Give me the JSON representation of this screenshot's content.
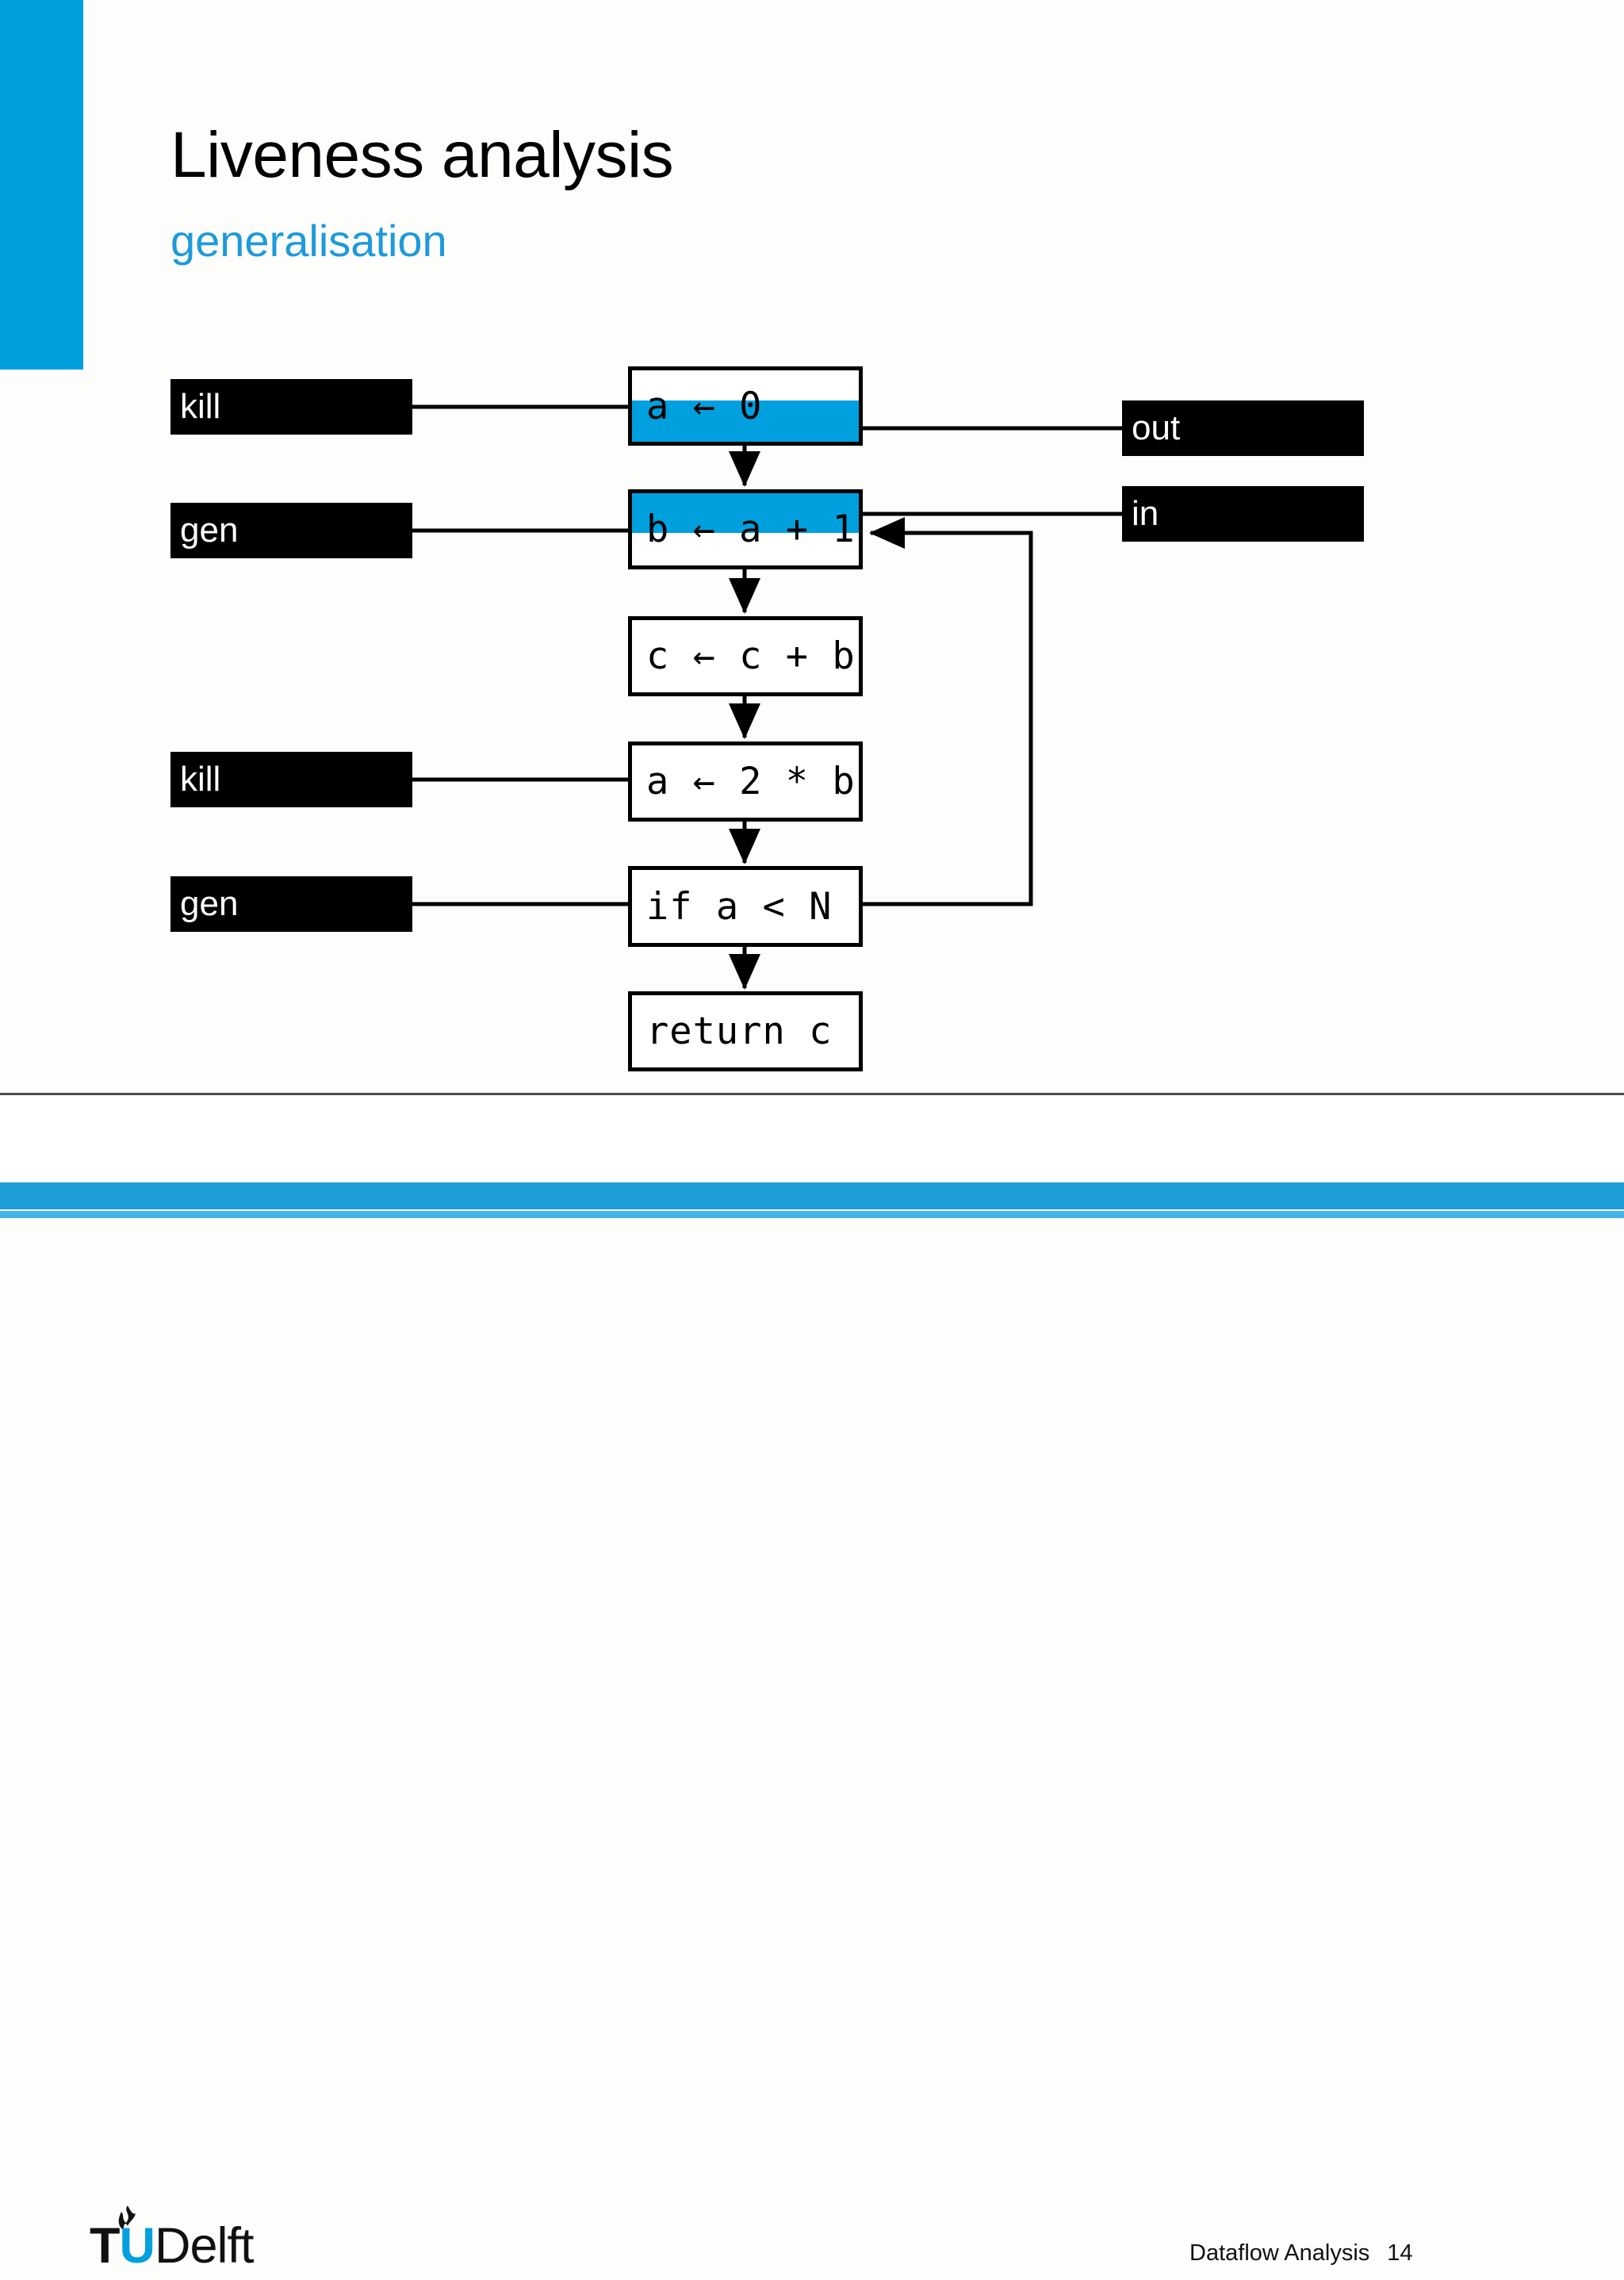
{
  "slide": {
    "title": "Liveness analysis",
    "subtitle": "generalisation",
    "accent_color": "#00A0DF",
    "subtitle_color": "#1E9ADB",
    "background_color": "#fdfefb"
  },
  "diagram": {
    "type": "control-flow-graph",
    "nodes": [
      {
        "id": "n1",
        "code": "a ← 0",
        "highlight": "bottom-half",
        "highlight_color": "#00A0DF"
      },
      {
        "id": "n2",
        "code": "b ← a + 1",
        "highlight": "top-half",
        "highlight_color": "#00A0DF"
      },
      {
        "id": "n3",
        "code": "c ← c + b",
        "highlight": "none",
        "highlight_color": ""
      },
      {
        "id": "n4",
        "code": "a ← 2 * b",
        "highlight": "none",
        "highlight_color": ""
      },
      {
        "id": "n5",
        "code": "if a < N",
        "highlight": "none",
        "highlight_color": ""
      },
      {
        "id": "n6",
        "code": "return c",
        "highlight": "none",
        "highlight_color": ""
      }
    ],
    "left_tags": [
      {
        "label": "kill",
        "target": "n1"
      },
      {
        "label": "gen",
        "target": "n2"
      },
      {
        "label": "kill",
        "target": "n4"
      },
      {
        "label": "gen",
        "target": "n5"
      }
    ],
    "right_tags": [
      {
        "label": "out",
        "target": "n1"
      },
      {
        "label": "in",
        "target": "n2"
      }
    ],
    "edges": [
      {
        "from": "n1",
        "to": "n2",
        "kind": "straight-down"
      },
      {
        "from": "n2",
        "to": "n3",
        "kind": "straight-down"
      },
      {
        "from": "n3",
        "to": "n4",
        "kind": "straight-down"
      },
      {
        "from": "n4",
        "to": "n5",
        "kind": "straight-down"
      },
      {
        "from": "n5",
        "to": "n6",
        "kind": "straight-down"
      },
      {
        "from": "n5",
        "to": "n2",
        "kind": "back-edge-right"
      }
    ]
  },
  "footer": {
    "logo_t": "T",
    "logo_u": "U",
    "logo_delft": "Delft",
    "course": "Dataflow Analysis",
    "page_number": "14"
  }
}
